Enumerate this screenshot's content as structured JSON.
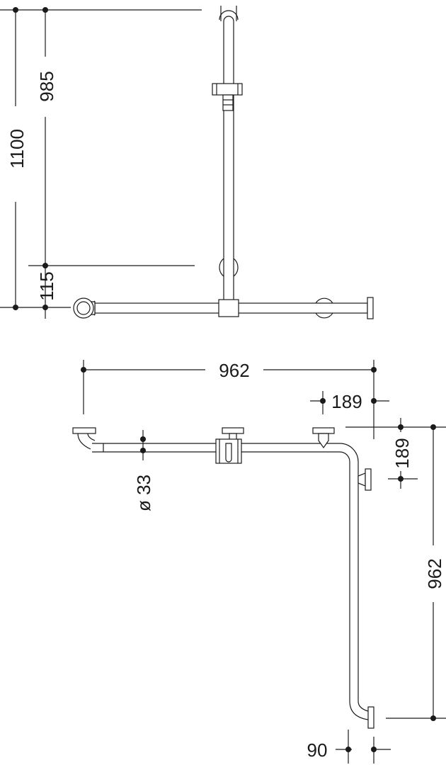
{
  "diagram": {
    "colors": {
      "line": "#1a1a1a",
      "background": "#ffffff"
    },
    "front_view": {
      "dim_total_height": "1100",
      "dim_upper": "985",
      "dim_lower": "115"
    },
    "top_view": {
      "dim_width": "962",
      "dim_offset_top": "189",
      "dim_offset_side": "189",
      "dim_diameter": "ø 33",
      "dim_depth": "962",
      "dim_bottom": "90"
    }
  }
}
